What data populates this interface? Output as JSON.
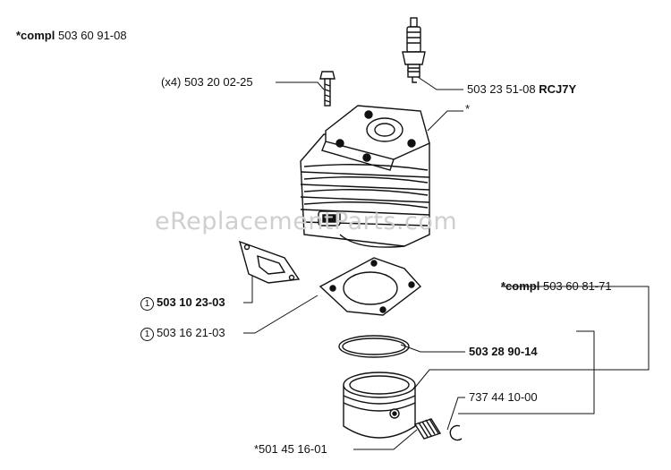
{
  "watermark": "eReplacementParts.com",
  "labels": {
    "assembly": {
      "prefix": "*compl",
      "number": "503 60 91-08"
    },
    "screw": "(x4) 503 20 02-25",
    "spark_plug": {
      "number": "503 23 51-08",
      "code": "RCJ7Y"
    },
    "cylinder": "*",
    "gasket_exhaust": {
      "marker": "1",
      "number": "503 10 23-03"
    },
    "gasket_base": {
      "marker": "1",
      "number": "503 16 21-03"
    },
    "piston_assembly": {
      "prefix": "*compl",
      "number": "503 60 81-71"
    },
    "piston_ring": "503 28 90-14",
    "circlip": "737 44 10-00",
    "bearing": "*501 45 16-01"
  }
}
